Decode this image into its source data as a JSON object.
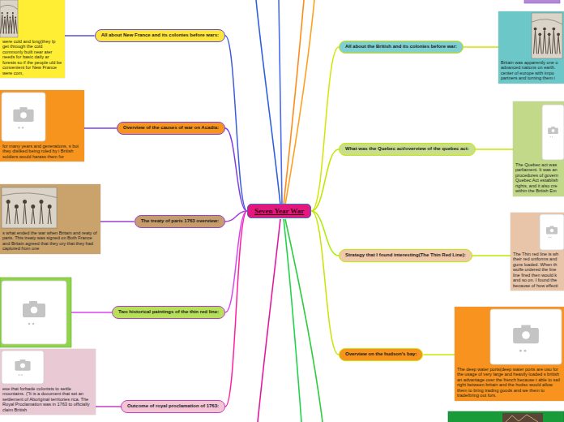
{
  "diagram": {
    "nodes": [
      {
        "text": [
          "Seven Year War"
        ]
      },
      {
        "text": [
          "All about New France and its colonies before wars:"
        ]
      },
      {
        "text": [
          "were cold and long(they lp get through the cold commonly built near ater needs for basic daily ar forests so if the people uld be convenient for New France were com,"
        ]
      },
      {
        "text": [
          "Overview of the causes of war on Acadia:"
        ]
      },
      {
        "text": [
          "for many years and generations, s but they disliked being ruled by i British soldiers would harass them for"
        ]
      },
      {
        "text": [
          "The treaty of paris 1763 overview:"
        ]
      },
      {
        "text": [
          "s what ended the war when Britain and reaty of paris. This treaty was signed on Both France and Britain agreed that they ory that they had captured from one"
        ]
      },
      {
        "text": [
          "Two historical paintings of the thin red line:"
        ]
      },
      {
        "text": [
          "Outcome of royal proclamation of 1763:"
        ]
      },
      {
        "text": [
          "ese that forbade colonists to settle mountains. (\"It is a document that set an settlement of Aboriginal territories rica. The Royal Proclamation was in 1763 to officially claim British"
        ]
      },
      {
        "text": [
          "All about the British and its colonies before war:"
        ]
      },
      {
        "text": [
          "Britain was apparently one o advanced nations on earth. center of europe with impo partners and turning them i"
        ]
      },
      {
        "text": [
          "What was the Quebec act/overview of the quebec act:"
        ]
      },
      {
        "text": [
          "The Quebec act was parliament. It was an procedures of govern Quebec Act establish rights, and it also cre within the British Em"
        ]
      },
      {
        "text": [
          "Strategy that I found interesting(The Thin Red Line):"
        ]
      },
      {
        "text": [
          "The Thin red line is wh their red uniforms and guns loaded. When th wolfe ordered the line line fired then would k and so on. I found the because of how effecti"
        ]
      },
      {
        "text": [
          "Overview on the hudson's bay:"
        ]
      },
      {
        "text": [
          "The deep water ports(deep water ports are usu for the usage of very large and heavily loaded s british an advantage over the french because t able to sail right between britain and the hudso would allow them to bring trading goods and we them to trade/bring out furs."
        ]
      }
    ],
    "edges": [
      {
        "from": 0,
        "to": 1,
        "arrow": "none"
      },
      {
        "from": 0,
        "to": 3,
        "arrow": "none"
      },
      {
        "from": 0,
        "to": 5,
        "arrow": "none"
      },
      {
        "from": 0,
        "to": 7,
        "arrow": "none"
      },
      {
        "from": 0,
        "to": 8,
        "arrow": "none"
      },
      {
        "from": 0,
        "to": 10,
        "arrow": "none"
      },
      {
        "from": 0,
        "to": 12,
        "arrow": "none"
      },
      {
        "from": 0,
        "to": 14,
        "arrow": "none"
      },
      {
        "from": 0,
        "to": 16,
        "arrow": "none"
      },
      {
        "from": 1,
        "to": 2,
        "arrow": "none"
      },
      {
        "from": 3,
        "to": 4,
        "arrow": "none"
      },
      {
        "from": 5,
        "to": 6,
        "arrow": "none"
      },
      {
        "from": 8,
        "to": 9,
        "arrow": "none"
      },
      {
        "from": 10,
        "to": 11,
        "arrow": "none"
      },
      {
        "from": 12,
        "to": 13,
        "arrow": "none"
      },
      {
        "from": 14,
        "to": 15,
        "arrow": "none"
      },
      {
        "from": 16,
        "to": 17,
        "arrow": "none"
      }
    ]
  }
}
